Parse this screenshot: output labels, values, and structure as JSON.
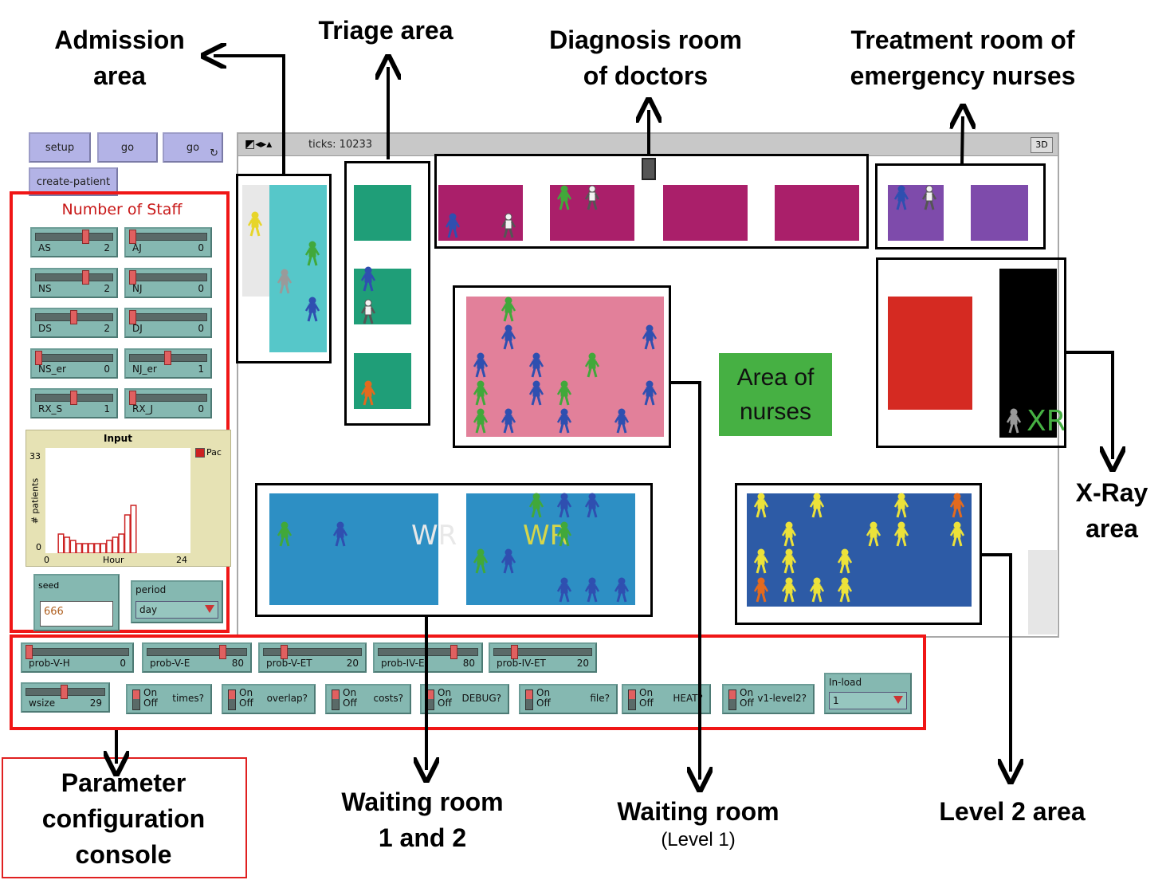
{
  "callouts": {
    "admission": [
      "Admission",
      "area"
    ],
    "triage": "Triage area",
    "diagnosis": [
      "Diagnosis room",
      "of doctors"
    ],
    "treatment": [
      "Treatment room of",
      "emergency nurses"
    ],
    "xray": [
      "X-Ray",
      "area"
    ],
    "nurses_area": [
      "Area of",
      "nurses"
    ],
    "console": [
      "Parameter",
      "configuration",
      "console"
    ],
    "waiting12": [
      "Waiting room",
      "1 and 2"
    ],
    "waiting_l1": "Waiting room",
    "waiting_l1_sub": "(Level 1)",
    "level2": "Level 2 area"
  },
  "buttons": {
    "setup": "setup",
    "go_once": "go",
    "go_forever": "go",
    "create_patient": "create-patient",
    "three_d": "3D"
  },
  "view": {
    "ticks": "ticks: 10233",
    "wr1": "WR",
    "wr2": "WR",
    "xr": "XR"
  },
  "staff_panel": {
    "title": "Number of Staff",
    "sliders": [
      {
        "label": "AS",
        "value": "2",
        "fraction": 0.67
      },
      {
        "label": "AJ",
        "value": "0",
        "fraction": 0.0
      },
      {
        "label": "NS",
        "value": "2",
        "fraction": 0.67
      },
      {
        "label": "NJ",
        "value": "0",
        "fraction": 0.0
      },
      {
        "label": "DS",
        "value": "2",
        "fraction": 0.5
      },
      {
        "label": "DJ",
        "value": "0",
        "fraction": 0.0
      },
      {
        "label": "NS_er",
        "value": "0",
        "fraction": 0.0
      },
      {
        "label": "NJ_er",
        "value": "1",
        "fraction": 0.5
      },
      {
        "label": "RX_S",
        "value": "1",
        "fraction": 0.5
      },
      {
        "label": "RX_J",
        "value": "0",
        "fraction": 0.0
      }
    ]
  },
  "plot": {
    "title": "Input",
    "ylabel": "# patients",
    "xlabel": "Hour",
    "ymax": "33",
    "ymin": "0",
    "xmin": "0",
    "xmax": "24",
    "legend": "Pac"
  },
  "chart_data": {
    "type": "bar",
    "title": "Input",
    "xlabel": "Hour",
    "ylabel": "# patients",
    "ylim": [
      0,
      33
    ],
    "xlim": [
      0,
      24
    ],
    "categories": [
      "0",
      "1",
      "2",
      "3",
      "4",
      "5",
      "6",
      "7",
      "8",
      "9",
      "10",
      "11",
      "12",
      "13",
      "14",
      "15",
      "16",
      "17",
      "18",
      "19",
      "20",
      "21",
      "22",
      "23"
    ],
    "series": [
      {
        "name": "Pac",
        "values": [
          0,
          0,
          6,
          5,
          4,
          3,
          3,
          3,
          3,
          3,
          4,
          5,
          6,
          12,
          15,
          0,
          0,
          0,
          0,
          0,
          0,
          0,
          0,
          0
        ]
      }
    ],
    "color": "#cc2222"
  },
  "inputs": {
    "seed_label": "seed",
    "seed_value": "666",
    "period_label": "period",
    "period_value": "day",
    "inload_label": "In-load",
    "inload_value": "1"
  },
  "bottom_sliders": [
    {
      "label": "prob-V-H",
      "value": "0",
      "fraction": 0.0
    },
    {
      "label": "prob-V-E",
      "value": "80",
      "fraction": 0.8
    },
    {
      "label": "prob-V-ET",
      "value": "20",
      "fraction": 0.2
    },
    {
      "label": "prob-IV-E",
      "value": "80",
      "fraction": 0.8
    },
    {
      "label": "prob-IV-ET",
      "value": "20",
      "fraction": 0.2
    },
    {
      "label": "wsize",
      "value": "29",
      "fraction": 0.5
    }
  ],
  "switches": {
    "on": "On",
    "off": "Off",
    "items": [
      "times?",
      "overlap?",
      "costs?",
      "DEBUG?",
      "file?",
      "HEAT?",
      "v1-level2?"
    ]
  },
  "colors": {
    "admission": "#56c7c9",
    "triage": "#1f9e78",
    "diagnosis": "#aa1f6a",
    "treatment": "#7e4bab",
    "xray_red": "#d52a22",
    "xray_black": "#000000",
    "nurses_area": "#46b043",
    "waiting_l1": "#e2809a",
    "waiting_rooms": "#2d8fc4",
    "level2": "#2d5ba6",
    "highlight": "#f01616"
  }
}
